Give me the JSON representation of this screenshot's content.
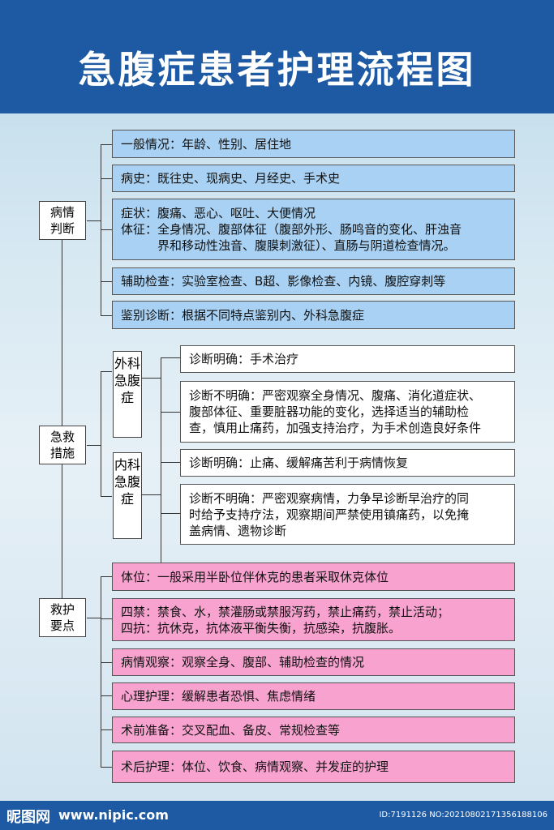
{
  "title": "急腹症患者护理流程图",
  "categories": {
    "assess": "病情判断",
    "rescue": "急救措施",
    "care": "救护要点"
  },
  "subcategories": {
    "surgical": "外科急腹症",
    "medical": "内科急腹症"
  },
  "assess_items": [
    "一般情况：年龄、性别、居住地",
    "病史：既往史、现病史、月经史、手术史",
    "症状：腹痛、恶心、呕吐、大便情况\n体征：全身情况、腹部体征（腹部外形、肠鸣音的变化、肝浊音\n　　　界和移动性浊音、腹膜刺激征）、直肠与阴道检查情况。",
    "辅助检查：实验室检查、B超、影像检查、内镜、腹腔穿刺等",
    "鉴别诊断：根据不同特点鉴别内、外科急腹症"
  ],
  "surgical_items": [
    "诊断明确：手术治疗",
    "诊断不明确：严密观察全身情况、腹痛、消化道症状、\n腹部体征、重要脏器功能的变化，选择适当的辅助检\n查，慎用止痛药，加强支持治疗，为手术创造良好条件"
  ],
  "medical_items": [
    "诊断明确：止痛、缓解痛苦利于病情恢复",
    "诊断不明确：严密观察病情，力争早诊断早治疗的同\n时给予支持疗法，观察期间严禁使用镇痛药，以免掩\n盖病情、遗物诊断"
  ],
  "care_items": [
    "体位：一般采用半卧位伴休克的患者采取休克体位",
    "四禁：禁食、水，禁灌肠或禁服泻药，禁止痛药，禁止活动；\n四抗：抗休克，抗体液平衡失衡，抗感染，抗腹胀。",
    "病情观察：观察全身、腹部、辅助检查的情况",
    "心理护理：缓解患者恐惧、焦虑情绪",
    "术前准备：交叉配血、备皮、常规检查等",
    "术后护理：体位、饮食、病情观察、并发症的护理"
  ],
  "footer": {
    "logo": "昵图网",
    "url": "www.nipic.com",
    "id": "ID:7191126 NO:20210802171356188106"
  },
  "colors": {
    "header": "#1e5aa3",
    "assess_box": "#a8d1f3",
    "rescue_box": "#ffffff",
    "care_box": "#f8a3cf"
  }
}
